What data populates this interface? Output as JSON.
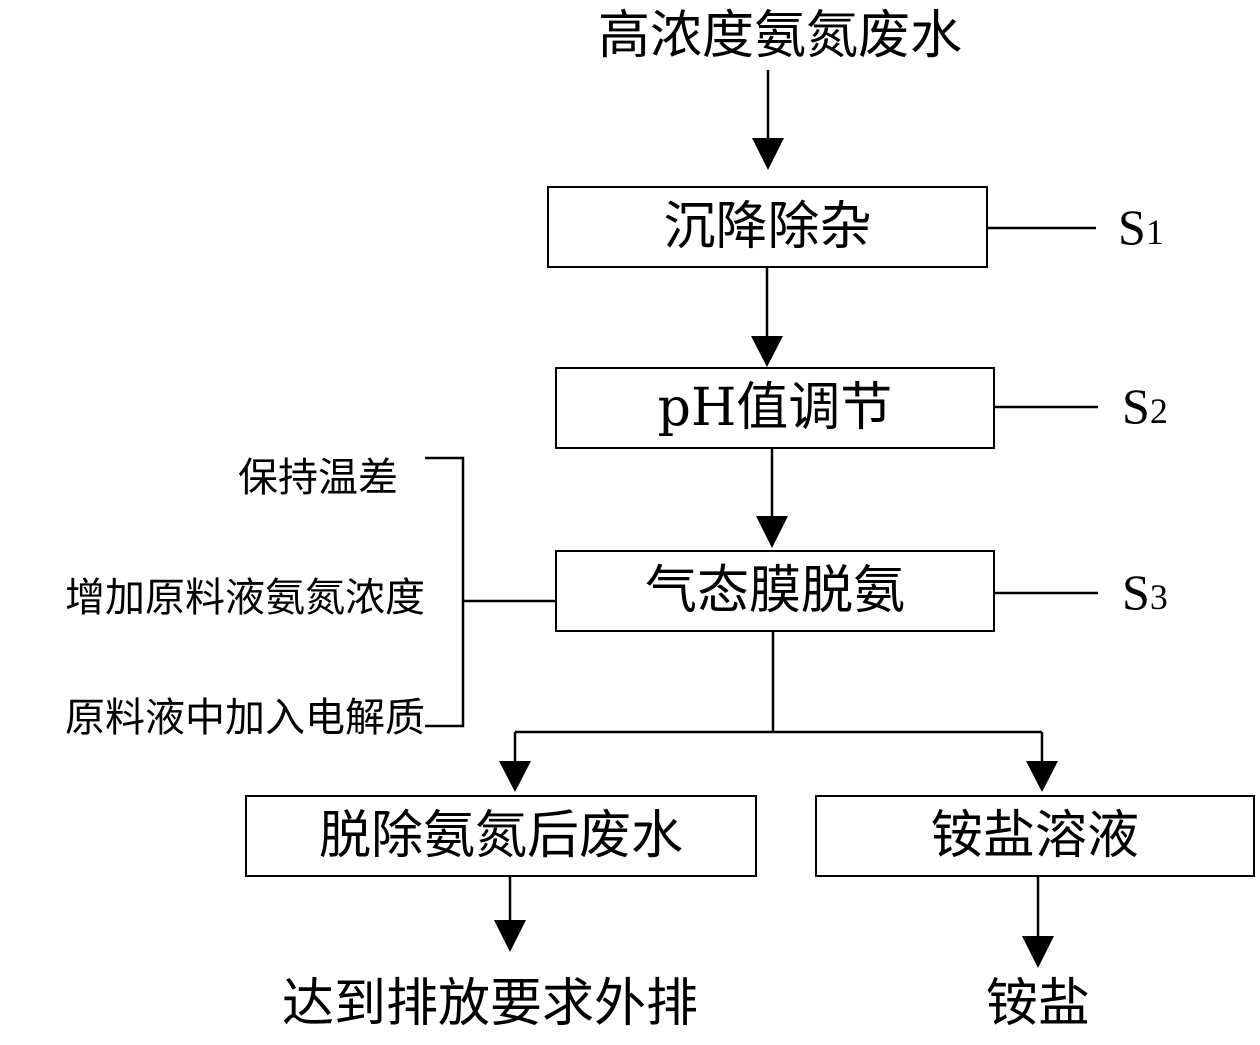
{
  "input": "高浓度氨氮废水",
  "steps": [
    {
      "label": "沉降除杂",
      "step": "S",
      "step_num": "1"
    },
    {
      "label": "pH值调节",
      "step": "S",
      "step_num": "2"
    },
    {
      "label": "气态膜脱氨",
      "step": "S",
      "step_num": "3"
    }
  ],
  "conditions": [
    "保持温差",
    "增加原料液氨氮浓度",
    "原料液中加入电解质"
  ],
  "branches": [
    {
      "label": "脱除氨氮后废水",
      "output": "达到排放要求外排"
    },
    {
      "label": "铵盐溶液",
      "output": "铵盐"
    }
  ]
}
